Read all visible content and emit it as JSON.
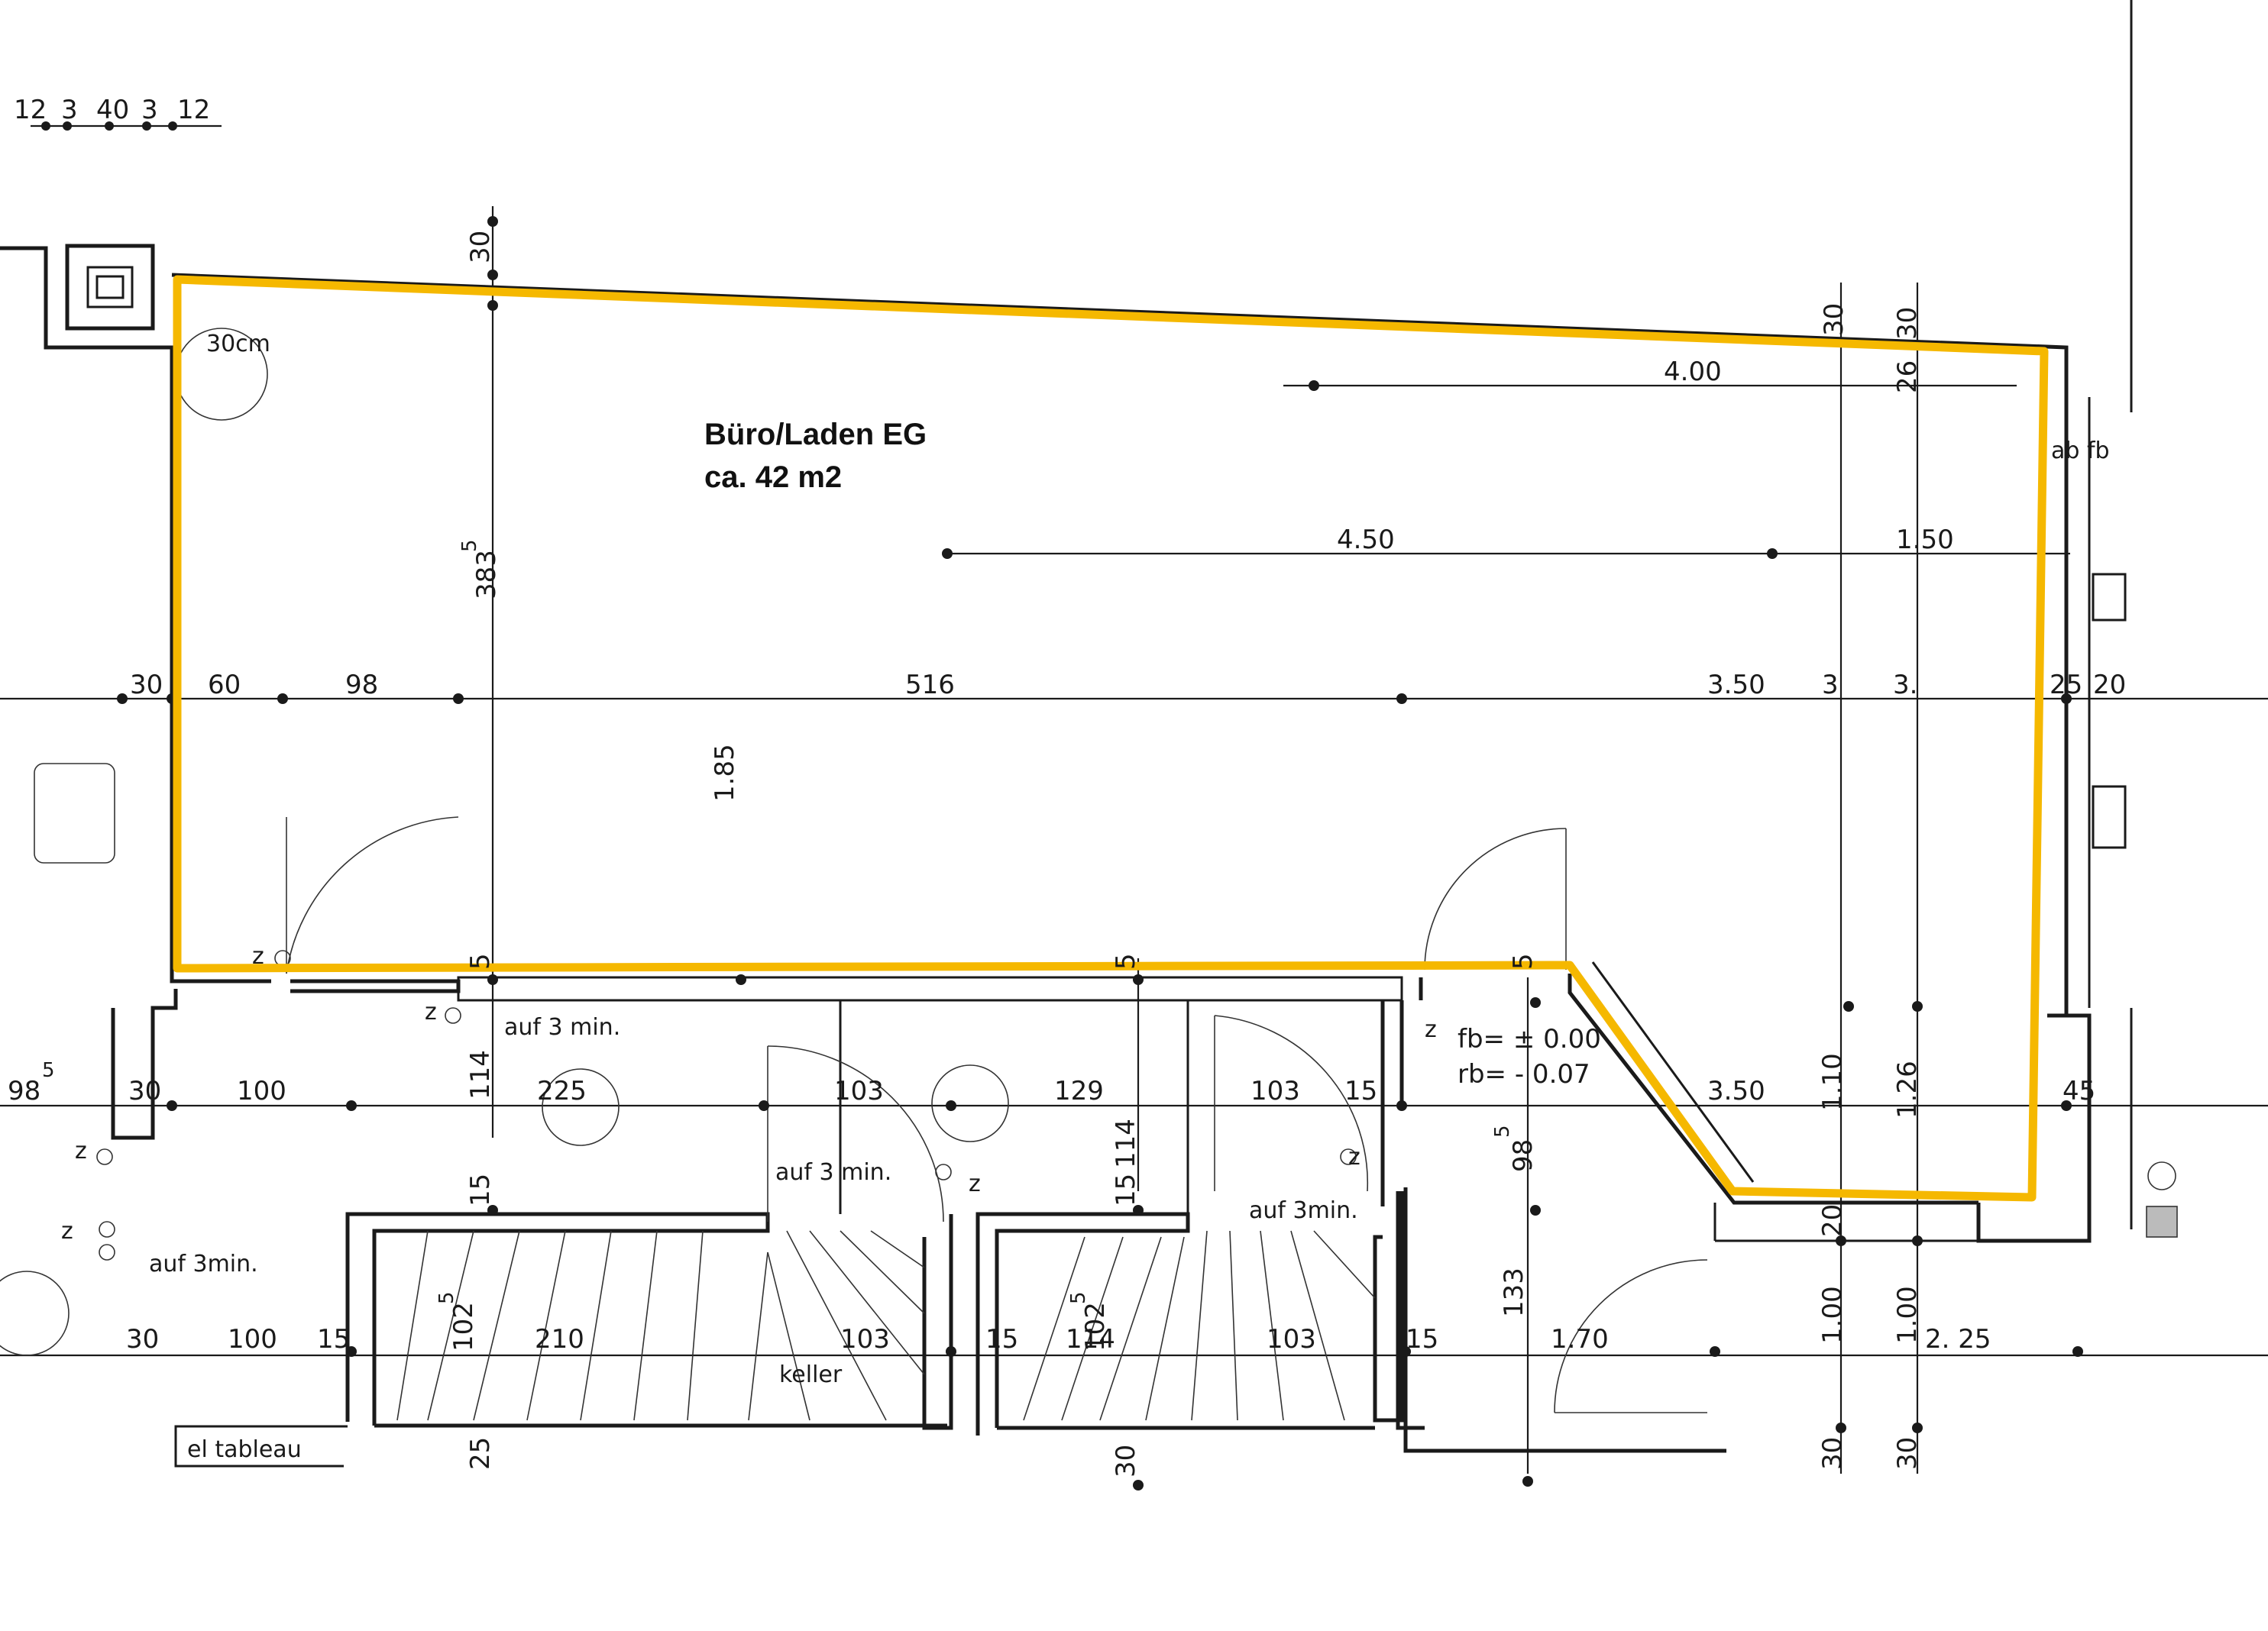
{
  "area": {
    "name": "Büro/Laden EG",
    "size": "ca. 42 m2",
    "outline_color": "#f5b800"
  },
  "top_dims": [
    "12",
    "3",
    "40",
    "3",
    "12"
  ],
  "labels": {
    "cm30": "30cm",
    "d400": "4.00",
    "d450": "4.50",
    "d150": "1.50",
    "d3835": "383",
    "d3835sup": "5",
    "d185": "1.85",
    "d30a": "30",
    "d60": "60",
    "d98a": "98",
    "d516": "516",
    "d350a": "3.50",
    "d3a": "3",
    "d3b": "3.",
    "d25": "25",
    "d20": "20",
    "d30top": "30",
    "d30r1": "30",
    "d30r2": "30",
    "d26": "26",
    "abfb": "ab fb",
    "d5a": "5",
    "d5b": "5",
    "d5c": "5",
    "d114a": "114",
    "d225": "225",
    "d103a": "103",
    "d129": "129",
    "d103b": "103",
    "d15a": "15",
    "d985a": "98",
    "d985asup": "5",
    "d30b": "30",
    "d100a": "100",
    "auf1": "auf 3 min.",
    "auf2": "auf 3 min.",
    "auf3": "auf 3min.",
    "auf4": "auf 3min.",
    "fb": "fb= ± 0.00",
    "rb": "rb= - 0.07",
    "d350b": "3.50",
    "d110": "1.10",
    "d126": "1.26",
    "d45": "45",
    "d15b": "15",
    "d114b": "114",
    "d15c": "15",
    "d985b": "98",
    "d985bsup": "5",
    "d20b": "20",
    "d1025a": "102",
    "d1025asup": "5",
    "d210": "210",
    "d103c": "103",
    "keller": "keller",
    "d15d": "15",
    "d114c": "114",
    "d1025b": "102",
    "d1025bsup": "5",
    "d103d": "103",
    "d15e": "15",
    "d133": "133",
    "d170": "1.70",
    "d100b": "1.00",
    "d100c": "1.00",
    "d225b": "2. 25",
    "d30c": "30",
    "d100d": "100",
    "d15f": "15",
    "eltableau": "el tableau",
    "d25b": "25",
    "d30d": "30",
    "d30e": "30",
    "d30f": "30",
    "z1": "z",
    "z2": "z",
    "z3": "z",
    "z4": "z",
    "z5": "z",
    "z6": "z",
    "z7": "z"
  }
}
